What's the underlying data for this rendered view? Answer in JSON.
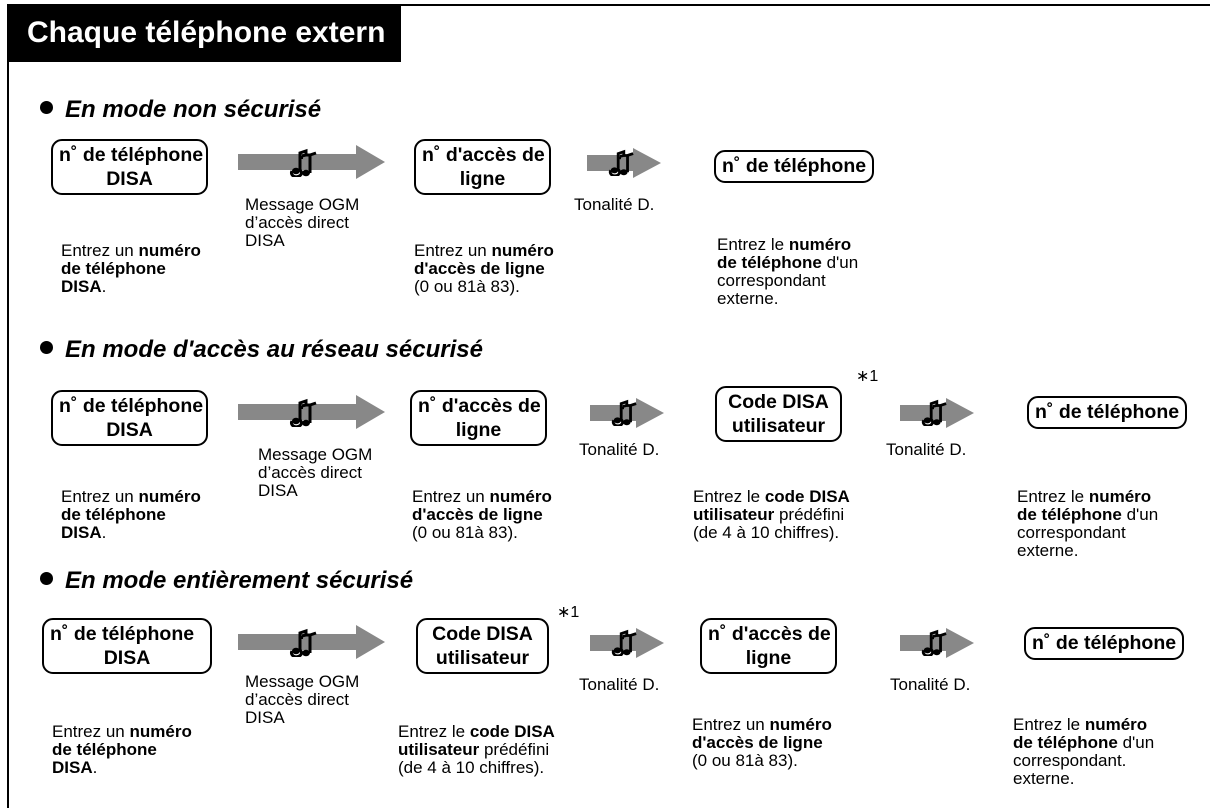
{
  "header": {
    "title": "Chaque téléphone extern"
  },
  "sections": [
    {
      "title": "En mode non sécurisé"
    },
    {
      "title": "En mode d'accès au réseau sécurisé"
    },
    {
      "title": "En mode entièrement sécurisé"
    }
  ],
  "labels": {
    "disa_line1": "n˚ de téléphone",
    "disa_line2": "DISA",
    "line_access_line1": "n˚ d'accès de",
    "line_access_line2": "ligne",
    "phone_number": "n˚ de téléphone",
    "code_line1": "Code DISA",
    "code_line2": "utilisateur",
    "ogm_caption": "Message OGM\nd’accès direct\nDISA",
    "tone_caption": "Tonalité D.",
    "note_marker": "∗1"
  },
  "descriptions": {
    "disa": {
      "pre": "Entrez un ",
      "bold1": "numéro",
      "mid": "\n",
      "bold2": "de téléphone\nDISA",
      "post": "."
    },
    "line_access": {
      "pre": "Entrez un ",
      "bold1": "numéro\nd'accès de ligne",
      "post": "\n(0 ou 81à 83)."
    },
    "phone": {
      "pre": "Entrez le ",
      "bold1": "numéro\nde téléphone",
      "post": " d'un\ncorrespondant\nexterne."
    },
    "phone_dot": {
      "pre": "Entrez le ",
      "bold1": "numéro\nde téléphone",
      "post": " d'un\ncorrespondant.\nexterne."
    },
    "code": {
      "pre": "Entrez le ",
      "bold1": "code DISA\nutilisateur",
      "post": " prédéfini\n(de 4 à 10 chiffres)."
    }
  }
}
